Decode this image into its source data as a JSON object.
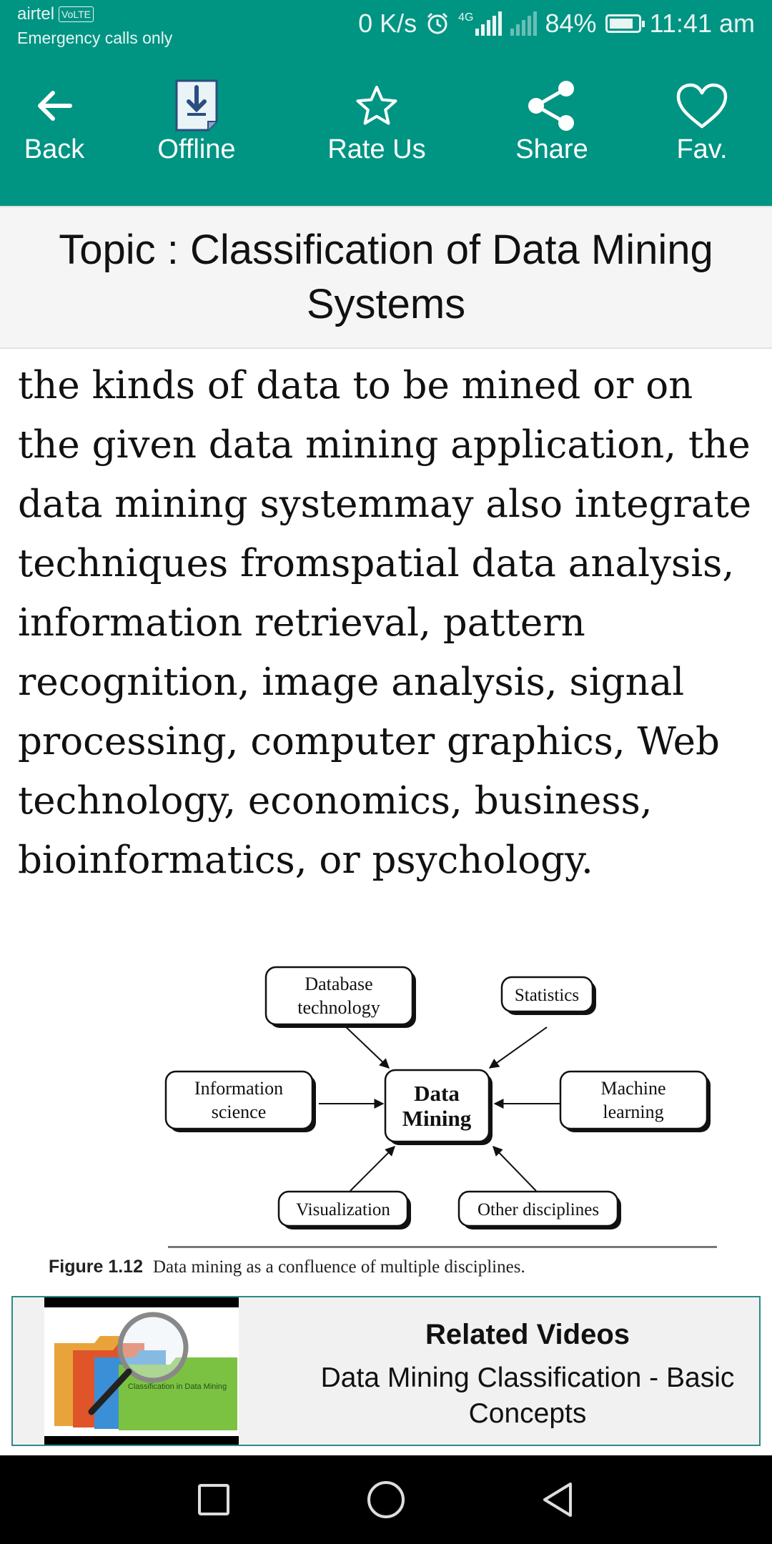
{
  "status_bar": {
    "carrier": "airtel",
    "volte_badge": "VoLTE",
    "emergency": "Emergency calls only",
    "net_speed": "0 K/s",
    "network_type": "4G",
    "battery_percent": "84%",
    "battery_level": 0.84,
    "time": "11:41 am"
  },
  "toolbar": {
    "back": "Back",
    "offline": "Offline",
    "rate": "Rate Us",
    "share": "Share",
    "fav": "Fav."
  },
  "topic": {
    "title": "Topic : Classification of Data Mining Systems"
  },
  "article": {
    "text": "the kinds of data to be mined or on the given data mining application, the data mining systemmay also integrate techniques fromspatial data analysis, information retrieval, pattern recognition, image analysis, signal processing, computer graphics, Web technology, economics, business, bioinformatics, or psychology."
  },
  "figure": {
    "center": [
      "Data",
      "Mining"
    ],
    "database": [
      "Database",
      "technology"
    ],
    "statistics": "Statistics",
    "information": [
      "Information",
      "science"
    ],
    "machine": [
      "Machine",
      "learning"
    ],
    "visualization": "Visualization",
    "other": "Other disciplines",
    "caption_label": "Figure 1.12",
    "caption_text": "Data mining as a confluence of multiple disciplines.",
    "thumb_text": "Classification in Data Mining"
  },
  "related": {
    "heading": "Related Videos",
    "title": "Data Mining Classification - Basic Concepts"
  },
  "colors": {
    "toolbar": "#009483",
    "related_border": "#2b8a86"
  },
  "icons": [
    "back-arrow-icon",
    "download-icon",
    "star-icon",
    "share-icon",
    "heart-icon",
    "alarm-icon",
    "signal-icon",
    "battery-icon",
    "square-icon",
    "circle-icon",
    "triangle-back-icon"
  ]
}
